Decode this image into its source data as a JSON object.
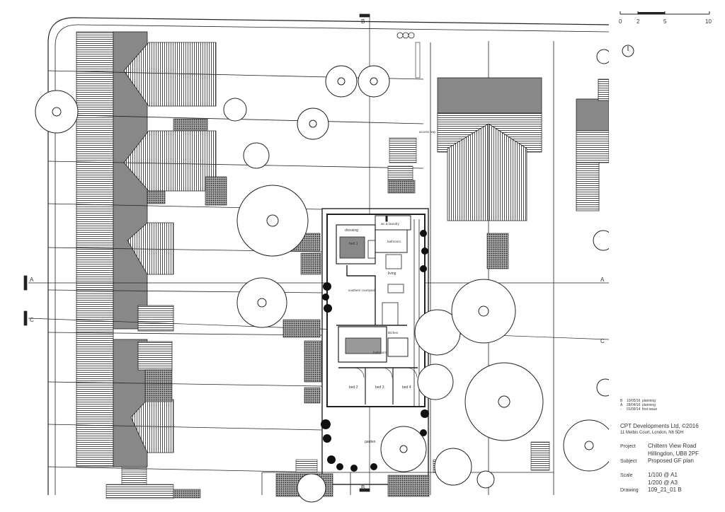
{
  "scale_bar": {
    "ticks": [
      "0",
      "2",
      "5",
      "10"
    ]
  },
  "section_markers": {
    "a_left": "A",
    "a_right": "A",
    "b_top": "B",
    "b_bottom": "B",
    "c_left": "C",
    "c_right": "C"
  },
  "rooms": {
    "dressing": "dressing",
    "bed1": "bed 1",
    "wc": "wc & laundry",
    "bathroom1": "bathroom",
    "living": "living",
    "courtyard": "southern courtyard",
    "kitchen": "kitchen",
    "bathroom2": "bathroom",
    "bed2": "bed 2",
    "bed3": "bed 3",
    "bed4": "bed 4",
    "garden": "garden",
    "access": "access way"
  },
  "revisions": [
    {
      "rev": "B",
      "date": "10/05/16",
      "desc": "planning"
    },
    {
      "rev": "A",
      "date": "28/04/16",
      "desc": "planning"
    },
    {
      "rev": "-",
      "date": "01/09/14",
      "desc": "first issue"
    }
  ],
  "company": {
    "name": "CPT Developments Ltd, ©2016",
    "address": "11 Melbis Court, London, N6 5DH"
  },
  "info": {
    "project_label": "Project",
    "project_line1": "Chiltern View Road",
    "project_line2": "Hillingdon, UB8 2PF",
    "subject_label": "Subject",
    "subject_value": "Proposed GF plan",
    "scale_label": "Scale",
    "scale_line1": "1/100 @ A1",
    "scale_line2": "1/200 @ A3",
    "drawing_label": "Drawing",
    "drawing_value": "109_21_01 B"
  }
}
